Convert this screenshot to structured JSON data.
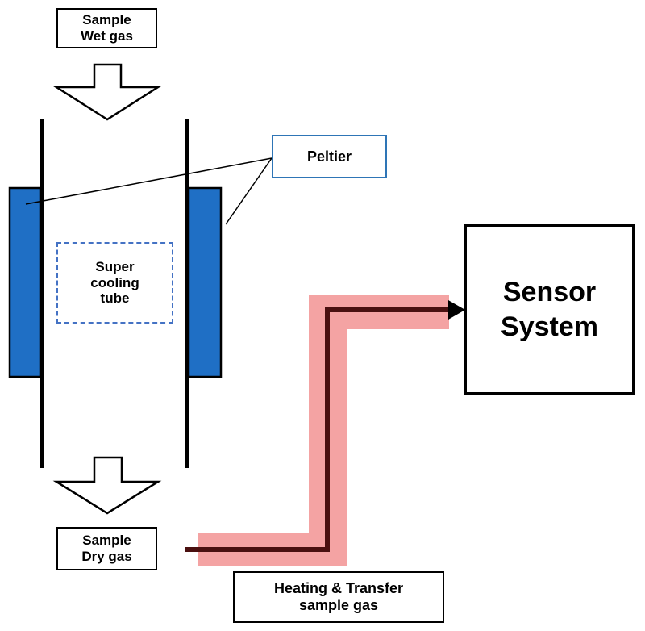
{
  "labels": {
    "wet_line1": "Sample",
    "wet_line2": "Wet gas",
    "peltier": "Peltier",
    "tube_line1": "Super",
    "tube_line2": "cooling",
    "tube_line3": "tube",
    "sensor_line1": "Sensor",
    "sensor_line2": "System",
    "dry_line1": "Sample",
    "dry_line2": "Dry gas",
    "heating_line1": "Heating & Transfer",
    "heating_line2": "sample gas"
  },
  "colors": {
    "peltier_fill": "#1f6fc5",
    "peltier_border": "#2e75b6",
    "heating_glow": "#f4a3a3",
    "transfer_line": "#4a1010",
    "tube_dash": "#4472c4"
  }
}
